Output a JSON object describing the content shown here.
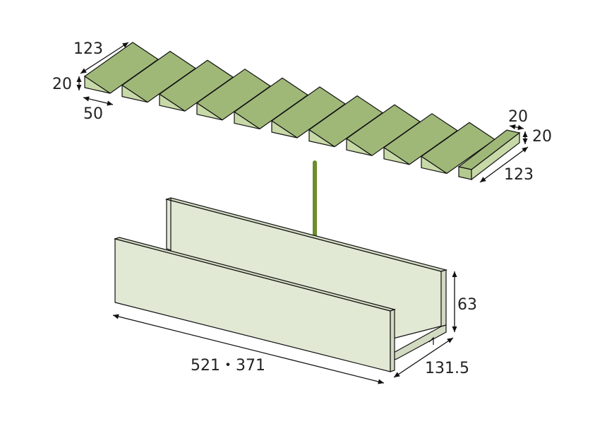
{
  "colors": {
    "wedge_top": "#9fb878",
    "wedge_side": "#c8d9a8",
    "wedge_front": "#b3c990",
    "tray_wall": "#e1e8d4",
    "tray_top": "#d2dbc2",
    "arrow": "#6b8e2b",
    "stroke": "#111111"
  },
  "icons": {
    "arrow": "down-arrow-icon"
  },
  "dimensions": {
    "wedge_length": "123",
    "wedge_height": "20",
    "wedge_width": "50",
    "bar_height": "20",
    "bar_width": "20",
    "bar_length": "123",
    "tray_height": "63",
    "tray_length": "521・371",
    "tray_width": "131.5"
  }
}
